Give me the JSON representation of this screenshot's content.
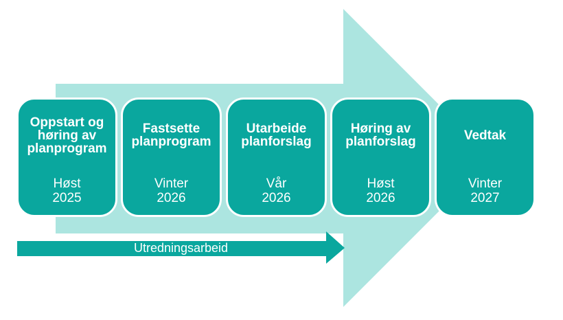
{
  "diagram": {
    "type": "process-timeline-arrow",
    "stages": [
      {
        "title": "Oppstart og\nhøring av\nplanprogram",
        "date": "Høst\n2025"
      },
      {
        "title": "Fastsette\nplanprogram",
        "date": "Vinter\n2026"
      },
      {
        "title": "Utarbeide\nplanforslag",
        "date": "Vår\n2026"
      },
      {
        "title": "Høring av\nplanforslag",
        "date": "Høst\n2026"
      },
      {
        "title": "Vedtak",
        "date": "Vinter\n2027"
      }
    ],
    "sub_arrow_label": "Utredningsarbeid",
    "colors": {
      "stage_fill": "#0aa79e",
      "background_arrow_fill": "#ace5e0",
      "text": "#ffffff",
      "page_background": "#ffffff"
    }
  }
}
